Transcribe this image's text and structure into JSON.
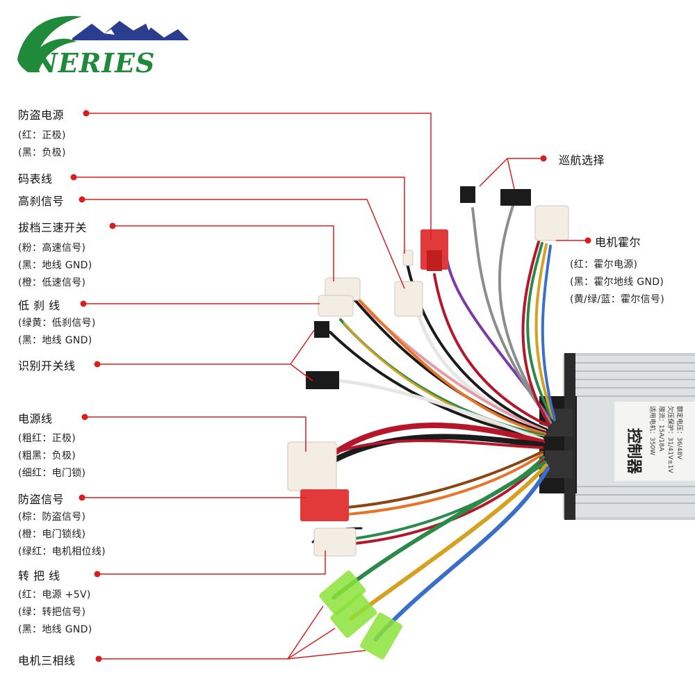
{
  "brand": {
    "logo_text": "NERIES"
  },
  "labels": {
    "anti_theft_power": {
      "title": "防盗电源",
      "lines": [
        "(红：正极)",
        "(黑：负极)"
      ]
    },
    "speedometer": {
      "title": "码表线"
    },
    "high_brake": {
      "title": "高刹信号"
    },
    "three_speed": {
      "title": "拔档三速开关",
      "lines": [
        "(粉：高速信号)",
        "(黑：地线 GND)",
        "(橙：低速信号)"
      ]
    },
    "low_brake": {
      "title": "低 刹 线",
      "lines": [
        "(绿黄：低刹信号)",
        "(黑：地线 GND)"
      ]
    },
    "identify_switch": {
      "title": "识别开关线"
    },
    "power_line": {
      "title": "电源线",
      "lines": [
        "(粗红：正极)",
        "(粗黑：负极)",
        "(细红：电门锁)"
      ]
    },
    "anti_theft_signal": {
      "title": "防盗信号",
      "lines": [
        "(棕：防盗信号)",
        "(橙：电门锁线)",
        "(绿红：电机相位线)"
      ]
    },
    "throttle": {
      "title": "转 把 线",
      "lines": [
        "(红：电源 +5V)",
        "(绿：转把信号)",
        "(黑：地线 GND)"
      ]
    },
    "motor_phase": {
      "title": "电机三相线"
    },
    "cruise": {
      "title": "巡航选择"
    },
    "motor_hall": {
      "title": "电机霍尔",
      "lines": [
        "(红：霍尔电源)",
        "(黑：霍尔地线 GND)",
        "(黄/绿/蓝：霍尔信号)"
      ]
    }
  },
  "controller_text": [
    "控制器",
    "额定电压：36/48V",
    "欠压保护：31/41V±1V",
    "限流：15A/18A",
    "适用电机：350W"
  ],
  "colors": {
    "leader": "#d81e1e",
    "brand_green": "#1f8a3a",
    "brand_blue": "#2a3d8f",
    "case": "#d9dde0",
    "wire_red": "#b5162a",
    "wire_black": "#1b1b1b",
    "wire_orange": "#e8742a",
    "wire_purple": "#7a3aa8",
    "wire_grey": "#8d8d8d",
    "wire_green": "#2a8a4a",
    "wire_yellow": "#d6a021",
    "wire_blue": "#3a6fc9",
    "wire_white": "#e6e6e6",
    "wire_pink": "#e69aa6",
    "connector_green": "#8be23a",
    "connector_red": "#e23a3a"
  },
  "icons": [
    "logo-mountain-icon",
    "leader-dot-icon",
    "connector-icon"
  ]
}
